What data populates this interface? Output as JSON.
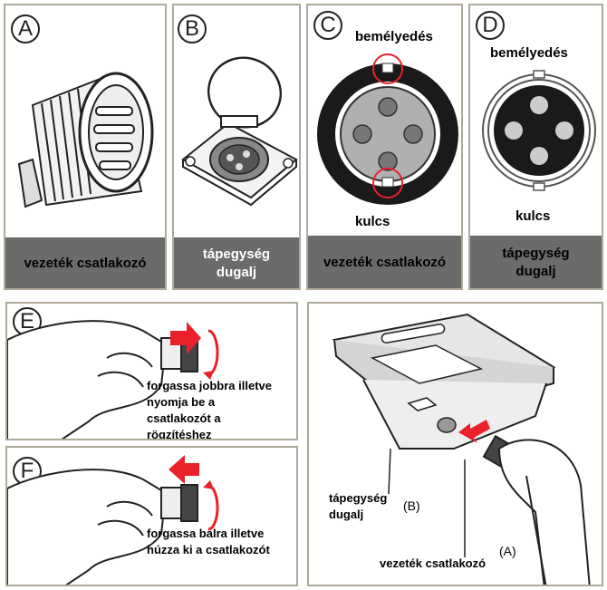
{
  "panels": {
    "a": {
      "letter": "A",
      "caption": "vezeték csatlakozó"
    },
    "b": {
      "letter": "B",
      "caption_line1": "tápegység",
      "caption_line2": "dugalj"
    },
    "c": {
      "letter": "C",
      "top_label": "bemélyedés",
      "bottom_label": "kulcs",
      "caption": "vezeték csatlakozó"
    },
    "d": {
      "letter": "D",
      "top_label": "bemélyedés",
      "bottom_label": "kulcs",
      "caption_line1": "tápegység",
      "caption_line2": "dugalj"
    },
    "e": {
      "letter": "E",
      "text_line1": "forgassa jobbra illetve",
      "text_line2": "nyomja be a",
      "text_line3": "csatlakozót a",
      "text_line4": "rögzítéshez"
    },
    "f": {
      "letter": "F",
      "text_line1": "forgassa balra illetve",
      "text_line2": "húzza ki a csatlakozót"
    },
    "g": {
      "socket_label_line1": "tápegység",
      "socket_label_line2": "dugalj",
      "socket_ref": "(B)",
      "cable_label": "vezeték csatlakozó",
      "cable_ref": "(A)"
    }
  },
  "colors": {
    "caption_bg": "#6b6b6b",
    "border": "#b0a99a",
    "arrow": "#e8212b",
    "dark": "#1a1a1a"
  }
}
